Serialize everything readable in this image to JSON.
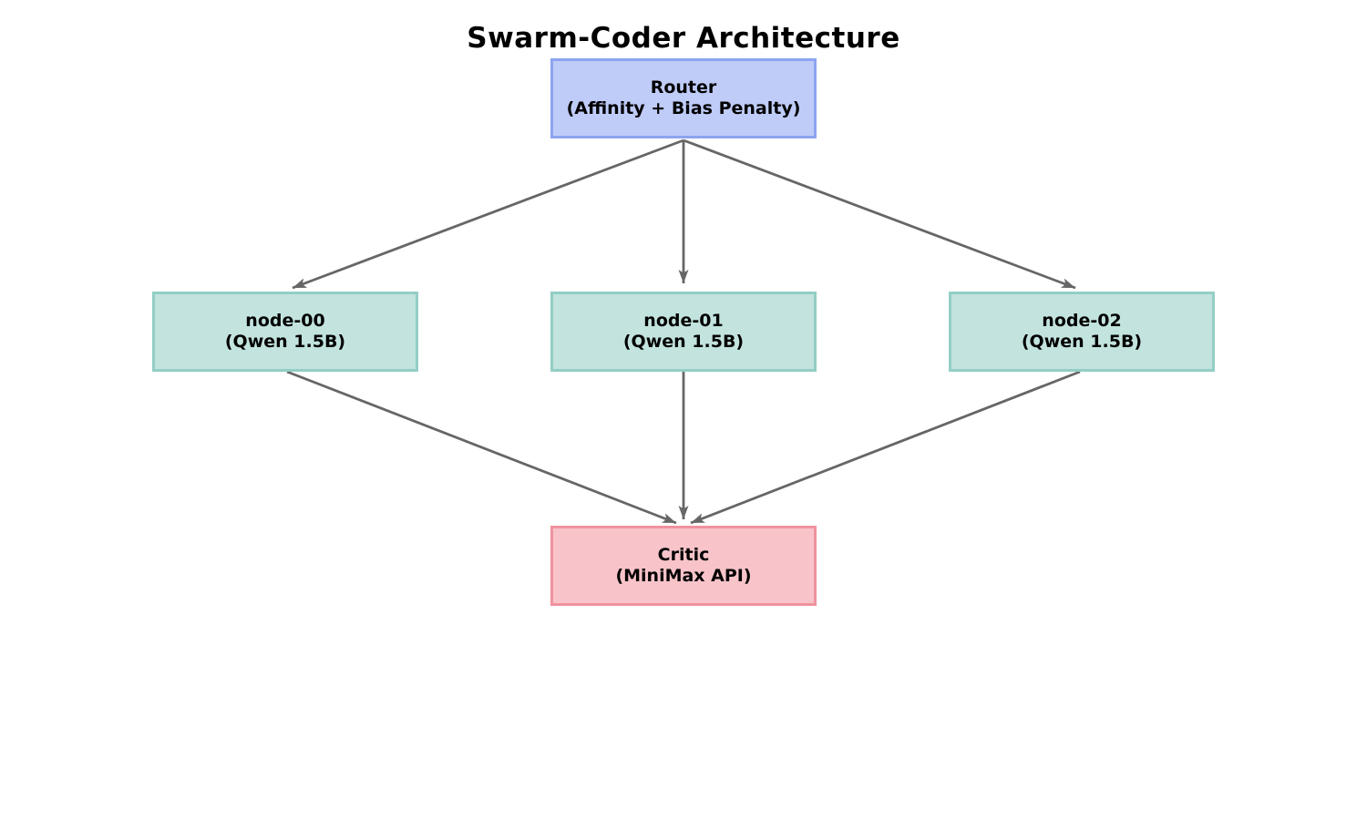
{
  "title": "Swarm-Coder Architecture",
  "colors": {
    "router_fill": "#bfccf8",
    "router_border": "#8ca4ef",
    "node_fill": "#c2e3de",
    "node_border": "#93cec5",
    "critic_fill": "#f8c4c9",
    "critic_border": "#f0929e",
    "arrow": "#666666",
    "text": "#000000"
  },
  "nodes": {
    "router": {
      "line1": "Router",
      "line2": "(Affinity + Bias Penalty)"
    },
    "node00": {
      "line1": "node-00",
      "line2": "(Qwen 1.5B)"
    },
    "node01": {
      "line1": "node-01",
      "line2": "(Qwen 1.5B)"
    },
    "node02": {
      "line1": "node-02",
      "line2": "(Qwen 1.5B)"
    },
    "critic": {
      "line1": "Critic",
      "line2": "(MiniMax API)"
    }
  },
  "edges": [
    {
      "from": "router",
      "to": "node-00"
    },
    {
      "from": "router",
      "to": "node-01"
    },
    {
      "from": "router",
      "to": "node-02"
    },
    {
      "from": "node-00",
      "to": "critic"
    },
    {
      "from": "node-01",
      "to": "critic"
    },
    {
      "from": "node-02",
      "to": "critic"
    }
  ]
}
